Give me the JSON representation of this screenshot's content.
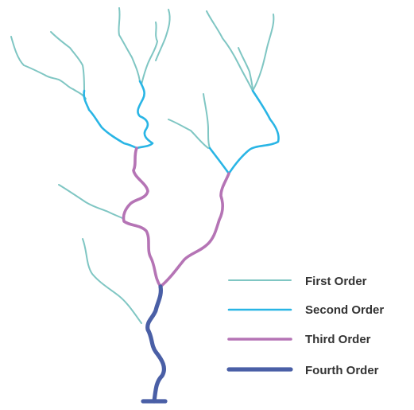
{
  "colors": {
    "first_order": "#7fc6c3",
    "second_order": "#29b5e5",
    "third_order": "#b574b5",
    "fourth_order": "#4a5fa6",
    "label_text": "#333333"
  },
  "legend": [
    {
      "label": "First Order",
      "order": 1
    },
    {
      "label": "Second Order",
      "order": 2
    },
    {
      "label": "Third Order",
      "order": 3
    },
    {
      "label": "Fourth Order",
      "order": 4
    }
  ]
}
